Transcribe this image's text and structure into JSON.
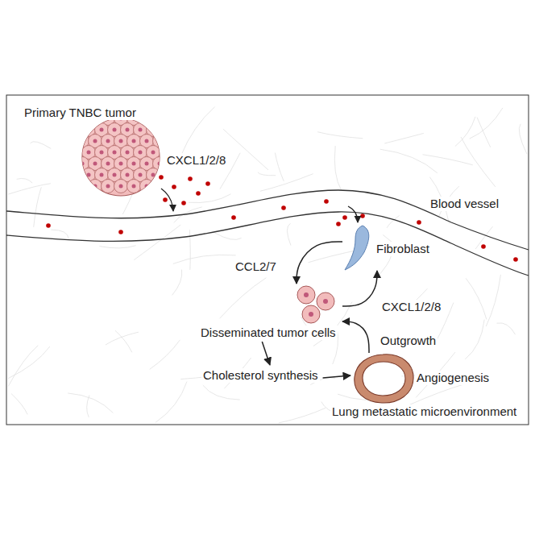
{
  "diagram": {
    "nodes": [
      {
        "text": [
          "Fibroblast"
        ]
      },
      {
        "text": [
          "Disseminated tumor cells"
        ]
      },
      {
        "text": [
          "Cholesterol synthesis"
        ]
      },
      {
        "text": [
          "Angiogenesis"
        ]
      }
    ],
    "edges": [
      {
        "from": 0,
        "to": 1,
        "arrow": "to",
        "label": "CCL2/7"
      },
      {
        "from": 1,
        "to": 0,
        "arrow": "to",
        "label": "CXCL1/2/8"
      },
      {
        "from": 1,
        "to": 2,
        "arrow": "to"
      },
      {
        "from": 2,
        "to": 3,
        "arrow": "to"
      },
      {
        "from": 3,
        "to": 1,
        "arrow": "to",
        "label": "Outgrowth"
      }
    ],
    "labels": [
      "Primary TNBC tumor",
      "CXCL1/2/8",
      "Blood vessel",
      "Lung metastatic microenvironment"
    ]
  }
}
